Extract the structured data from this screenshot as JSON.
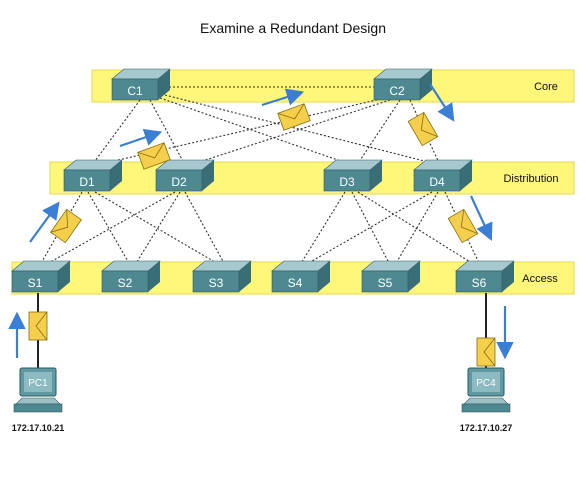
{
  "title": "Examine a Redundant Design",
  "colors": {
    "band": "#fff77a",
    "band_stroke": "#e6d85a",
    "switch_top": "#a8c8cf",
    "switch_front": "#4e8891",
    "switch_side": "#3a6e76",
    "link": "#333333",
    "arrow": "#3a7fd5",
    "envelope": "#f3cf4b"
  },
  "layers": {
    "core": "Core",
    "distribution": "Distribution",
    "access": "Access"
  },
  "switches": {
    "c1": "C1",
    "c2": "C2",
    "d1": "D1",
    "d2": "D2",
    "d3": "D3",
    "d4": "D4",
    "s1": "S1",
    "s2": "S2",
    "s3": "S3",
    "s4": "S4",
    "s5": "S5",
    "s6": "S6"
  },
  "hosts": {
    "pc1": {
      "label": "PC1",
      "ip": "172.17.10.21"
    },
    "pc4": {
      "label": "PC4",
      "ip": "172.17.10.27"
    }
  },
  "icons": {
    "switch": "switch-icon",
    "pc": "pc-icon",
    "envelope": "envelope-icon",
    "arrow": "arrow-icon"
  }
}
